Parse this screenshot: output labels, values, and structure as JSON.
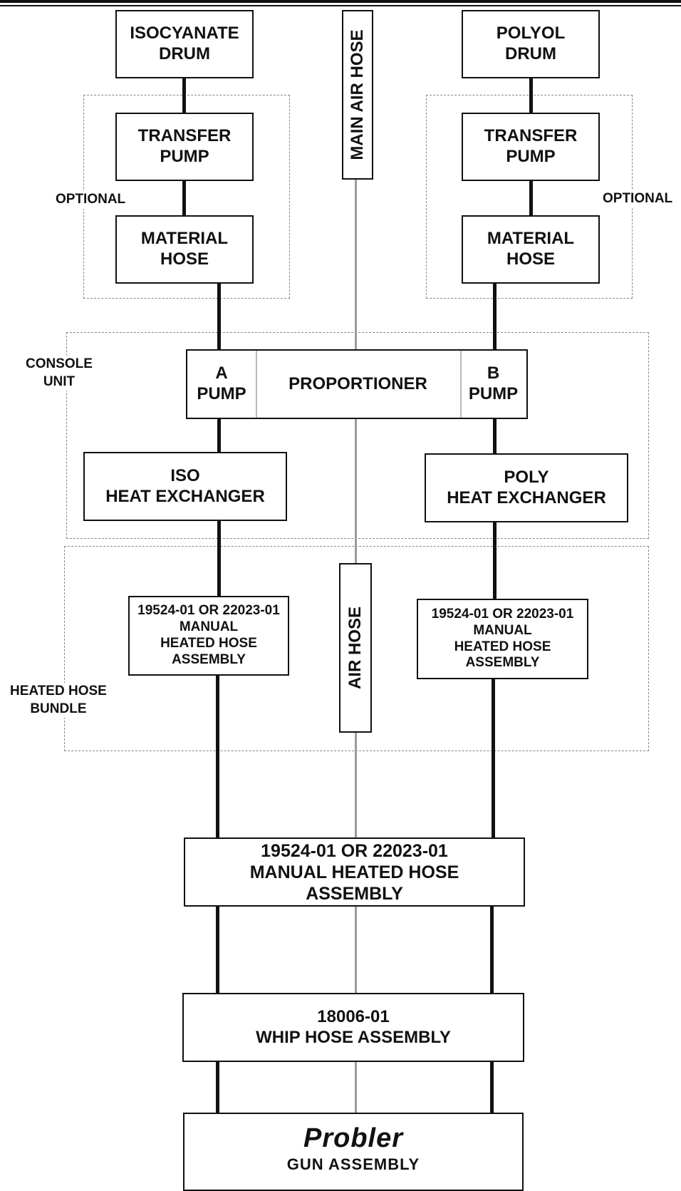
{
  "left": {
    "drum": [
      "ISOCYANATE",
      "DRUM"
    ],
    "transfer_pump": [
      "TRANSFER",
      "PUMP"
    ],
    "material_hose": [
      "MATERIAL",
      "HOSE"
    ],
    "optional": "OPTIONAL",
    "heat_exchanger": [
      "ISO",
      "HEAT EXCHANGER"
    ],
    "heated_hose": [
      "19524-01 OR 22023-01",
      "MANUAL",
      "HEATED HOSE",
      "ASSEMBLY"
    ]
  },
  "right": {
    "drum": [
      "POLYOL",
      "DRUM"
    ],
    "transfer_pump": [
      "TRANSFER",
      "PUMP"
    ],
    "material_hose": [
      "MATERIAL",
      "HOSE"
    ],
    "optional": "OPTIONAL",
    "heat_exchanger": [
      "POLY",
      "HEAT EXCHANGER"
    ],
    "heated_hose": [
      "19524-01 OR 22023-01",
      "MANUAL",
      "HEATED HOSE",
      "ASSEMBLY"
    ]
  },
  "main_air_hose": "MAIN AIR HOSE",
  "air_hose": "AIR HOSE",
  "console_unit": [
    "CONSOLE",
    "UNIT"
  ],
  "heated_hose_bundle": [
    "HEATED HOSE",
    "BUNDLE"
  ],
  "proportioner": {
    "a_pump": [
      "A",
      "PUMP"
    ],
    "label": "PROPORTIONER",
    "b_pump": [
      "B",
      "PUMP"
    ]
  },
  "combined_hose": [
    "19524-01 OR 22023-01",
    "MANUAL HEATED HOSE",
    "ASSEMBLY"
  ],
  "whip_hose": [
    "18006-01",
    "WHIP HOSE ASSEMBLY"
  ],
  "gun": {
    "brand": "Probler",
    "label": "GUN ASSEMBLY"
  }
}
